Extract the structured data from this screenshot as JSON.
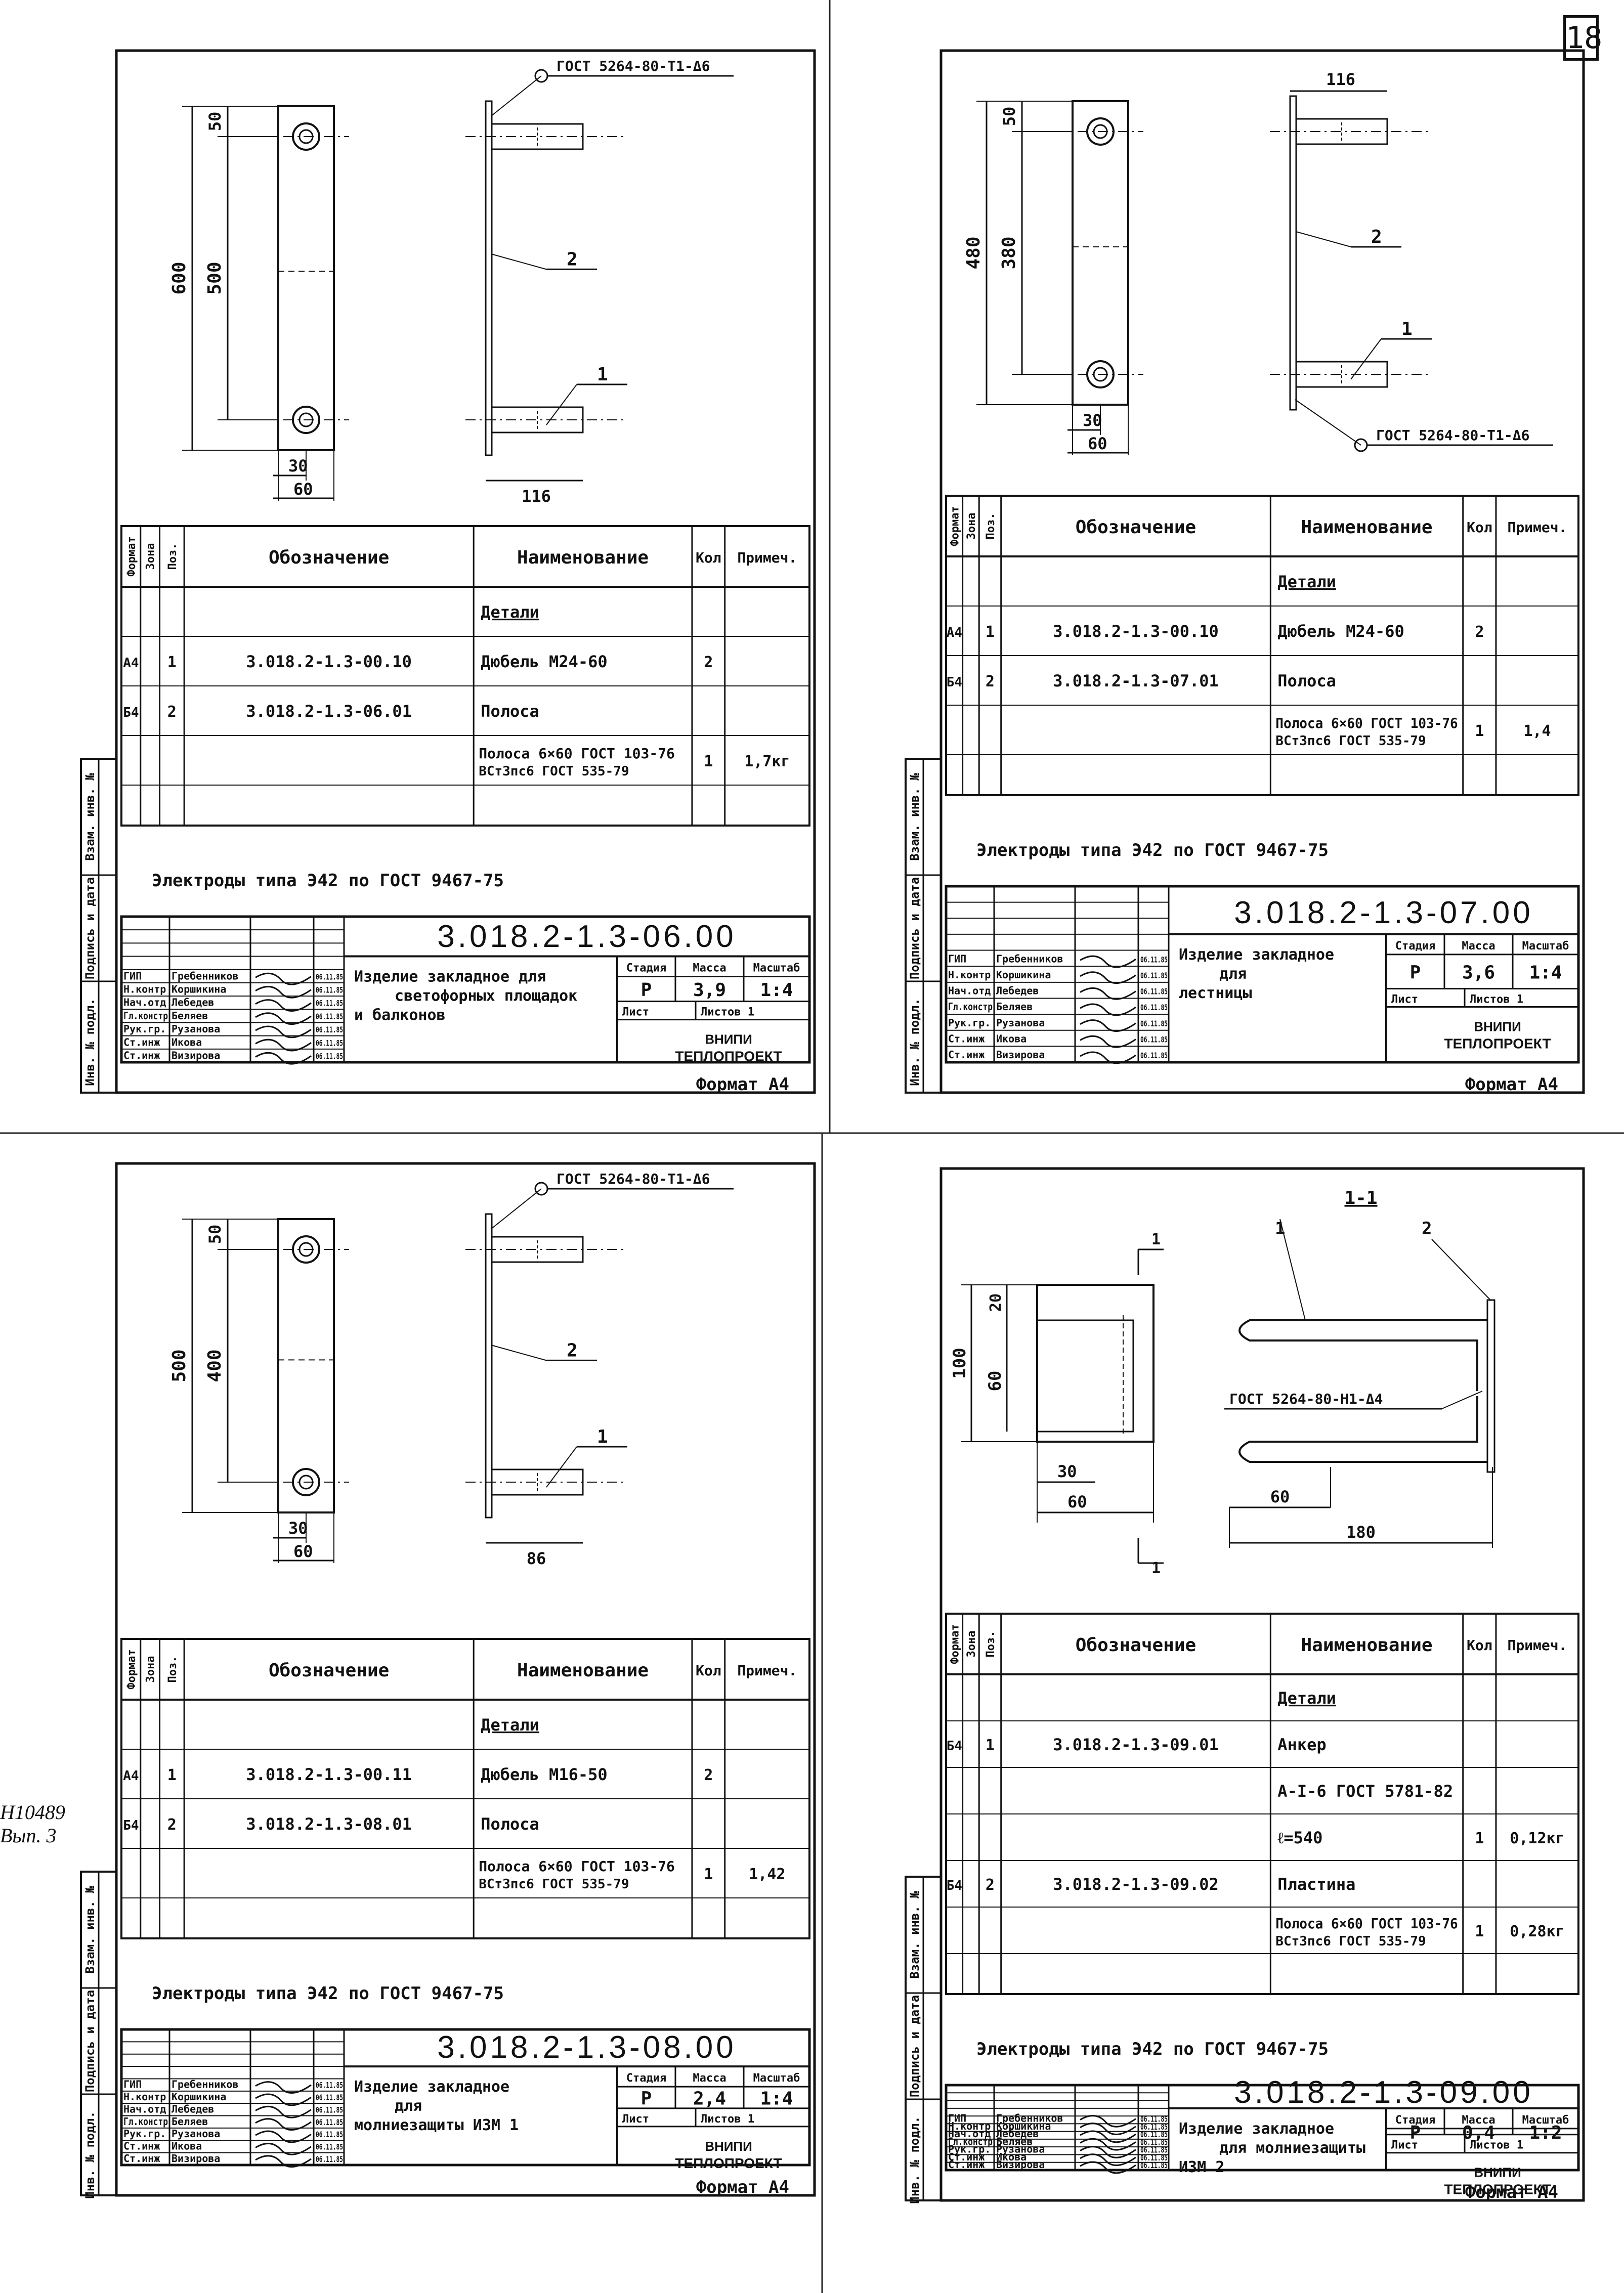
{
  "page_number": "18",
  "margin_note": {
    "line1": "Н10489",
    "line2": "Вып. 3"
  },
  "spec_headers": {
    "format": "Формат",
    "zone": "Зона",
    "pos": "Поз.",
    "designation": "Обозначение",
    "name": "Наименование",
    "qty": "Кол",
    "note": "Примеч."
  },
  "side_labels": {
    "inv_orig": "Инв. № подл.",
    "sign_date": "Подпись и дата",
    "inv_replace": "Взам. инв. №"
  },
  "title_headers": {
    "stage": "Стадия",
    "mass": "Масса",
    "scale": "Масштаб",
    "sheet": "Лист",
    "sheets": "Листов 1",
    "org1": "ВНИПИ",
    "org2": "ТЕПЛОПРОЕКТ",
    "format": "Формат А4"
  },
  "staff": [
    {
      "role": "ГИП",
      "name": "Гребенников",
      "date": "06.11.85"
    },
    {
      "role": "Н.контр",
      "name": "Коршикина",
      "date": "06.11.85"
    },
    {
      "role": "Нач.отд",
      "name": "Лебедев",
      "date": "06.11.85"
    },
    {
      "role": "Гл.констр",
      "name": "Беляев",
      "date": "06.11.85"
    },
    {
      "role": "Рук.гр.",
      "name": "Рузанова",
      "date": "06.11.85"
    },
    {
      "role": "Ст.инж",
      "name": "Икова",
      "date": "06.11.85"
    },
    {
      "role": "Ст.инж",
      "name": "Визирова",
      "date": "06.11.85"
    }
  ],
  "sheets": [
    {
      "code": "3.018.2-1.3-06.00",
      "title_lines": [
        "Изделие закладное для",
        "светофорных площадок",
        "и балконов"
      ],
      "stage": "Р",
      "mass": "3,9",
      "scale": "1:4",
      "electrodes": "Электроды типа Э42 по ГОСТ 9467-75",
      "dims": {
        "total": "600",
        "span": "500",
        "top": "50",
        "half_w": "30",
        "width": "60",
        "depth": "116"
      },
      "weld": "ГОСТ 5264-80-Т1-Δ6",
      "callout_1": "1",
      "callout_2": "2",
      "rows": [
        {
          "fmt": "",
          "zone": "",
          "pos": "",
          "des": "",
          "name": "Детали",
          "qty": "",
          "note": ""
        },
        {
          "fmt": "А4",
          "zone": "",
          "pos": "1",
          "des": "3.018.2-1.3-00.10",
          "name": "Дюбель М24-60",
          "qty": "2",
          "note": ""
        },
        {
          "fmt": "Б4",
          "zone": "",
          "pos": "2",
          "des": "3.018.2-1.3-06.01",
          "name": "Полоса",
          "qty": "",
          "note": ""
        },
        {
          "fmt": "",
          "zone": "",
          "pos": "",
          "des": "",
          "name": "Полоса 6×60 ГОСТ 103-76 / ВСт3пс6 ГОСТ 535-79",
          "qty": "1",
          "note": "1,7кг"
        }
      ]
    },
    {
      "code": "3.018.2-1.3-07.00",
      "title_lines": [
        "Изделие закладное",
        "для",
        "лестницы"
      ],
      "stage": "Р",
      "mass": "3,6",
      "scale": "1:4",
      "electrodes": "Электроды типа Э42 по ГОСТ 9467-75",
      "dims": {
        "total": "480",
        "span": "380",
        "top": "50",
        "half_w": "30",
        "width": "60",
        "depth": "116"
      },
      "weld": "ГОСТ 5264-80-Т1-Δ6",
      "callout_1": "1",
      "callout_2": "2",
      "rows": [
        {
          "fmt": "",
          "zone": "",
          "pos": "",
          "des": "",
          "name": "Детали",
          "qty": "",
          "note": ""
        },
        {
          "fmt": "А4",
          "zone": "",
          "pos": "1",
          "des": "3.018.2-1.3-00.10",
          "name": "Дюбель М24-60",
          "qty": "2",
          "note": ""
        },
        {
          "fmt": "Б4",
          "zone": "",
          "pos": "2",
          "des": "3.018.2-1.3-07.01",
          "name": "Полоса",
          "qty": "",
          "note": ""
        },
        {
          "fmt": "",
          "zone": "",
          "pos": "",
          "des": "",
          "name": "Полоса 6×60 ГОСТ 103-76 / ВСт3пс6 ГОСТ 535-79",
          "qty": "1",
          "note": "1,4"
        }
      ]
    },
    {
      "code": "3.018.2-1.3-08.00",
      "title_lines": [
        "Изделие закладное",
        "для",
        "молниезащиты ИЗМ 1"
      ],
      "stage": "Р",
      "mass": "2,4",
      "scale": "1:4",
      "electrodes": "Электроды типа Э42 по ГОСТ 9467-75",
      "dims": {
        "total": "500",
        "span": "400",
        "top": "50",
        "half_w": "30",
        "width": "60",
        "depth": "86"
      },
      "weld": "ГОСТ 5264-80-Т1-Δ6",
      "callout_1": "1",
      "callout_2": "2",
      "rows": [
        {
          "fmt": "",
          "zone": "",
          "pos": "",
          "des": "",
          "name": "Детали",
          "qty": "",
          "note": ""
        },
        {
          "fmt": "А4",
          "zone": "",
          "pos": "1",
          "des": "3.018.2-1.3-00.11",
          "name": "Дюбель М16-50",
          "qty": "2",
          "note": ""
        },
        {
          "fmt": "Б4",
          "zone": "",
          "pos": "2",
          "des": "3.018.2-1.3-08.01",
          "name": "Полоса",
          "qty": "",
          "note": ""
        },
        {
          "fmt": "",
          "zone": "",
          "pos": "",
          "des": "",
          "name": "Полоса 6×60 ГОСТ 103-76 / ВСт3пс6 ГОСТ 535-79",
          "qty": "1",
          "note": "1,42"
        }
      ]
    },
    {
      "code": "3.018.2-1.3-09.00",
      "title_lines": [
        "Изделие закладное",
        "для молниезащиты",
        "ИЗМ 2"
      ],
      "stage": "Р",
      "mass": "0,4",
      "scale": "1:2",
      "electrodes": "Электроды типа Э42 по ГОСТ 9467-75",
      "dims": {
        "total": "100",
        "span": "60",
        "top": "20",
        "half_w": "30",
        "width": "60",
        "depth": "180",
        "leg": "60"
      },
      "weld": "ГОСТ 5264-80-Н1-Δ4",
      "section": "1-1",
      "sec_mark": "1",
      "callout_1": "1",
      "callout_2": "2",
      "rows": [
        {
          "fmt": "",
          "zone": "",
          "pos": "",
          "des": "",
          "name": "Детали",
          "qty": "",
          "note": ""
        },
        {
          "fmt": "Б4",
          "zone": "",
          "pos": "1",
          "des": "3.018.2-1.3-09.01",
          "name": "Анкер",
          "qty": "",
          "note": ""
        },
        {
          "fmt": "",
          "zone": "",
          "pos": "",
          "des": "",
          "name": "А-I-6 ГОСТ 5781-82",
          "qty": "",
          "note": ""
        },
        {
          "fmt": "",
          "zone": "",
          "pos": "",
          "des": "",
          "name": "ℓ=540",
          "qty": "1",
          "note": "0,12кг"
        },
        {
          "fmt": "Б4",
          "zone": "",
          "pos": "2",
          "des": "3.018.2-1.3-09.02",
          "name": "Пластина",
          "qty": "",
          "note": ""
        },
        {
          "fmt": "",
          "zone": "",
          "pos": "",
          "des": "",
          "name": "Полоса 6×60 ГОСТ 103-76 / ВСт3пс6 ГОСТ 535-79",
          "qty": "1",
          "note": "0,28кг"
        }
      ]
    }
  ]
}
